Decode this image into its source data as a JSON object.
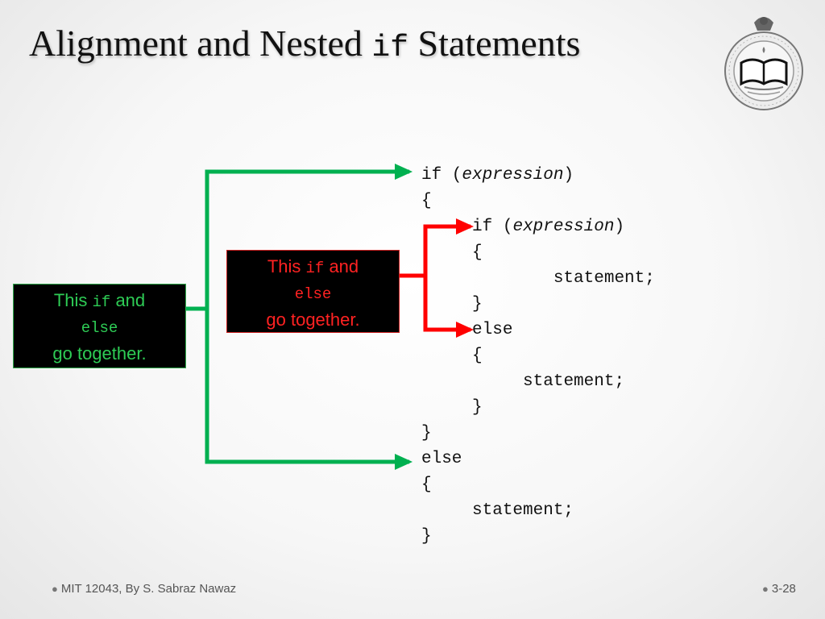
{
  "title": {
    "prefix": "Alignment and Nested ",
    "keyword": "if",
    "suffix": " Statements"
  },
  "colors": {
    "outer_pair": "#00b050",
    "inner_pair": "#ff0000"
  },
  "icons": {
    "seal": "university-seal-icon"
  },
  "code": {
    "if_keyword": "if (",
    "expression": "expression",
    "close_paren": ")",
    "open_brace": "{",
    "close_brace": "}",
    "else_keyword": "else",
    "statement": "statement;"
  },
  "notes": {
    "this": "This ",
    "if": "if",
    "and": " and",
    "else": "else",
    "go_together": "go together."
  },
  "footer": {
    "text": "MIT 12043, By S. Sabraz Nawaz",
    "page": "3-28"
  }
}
